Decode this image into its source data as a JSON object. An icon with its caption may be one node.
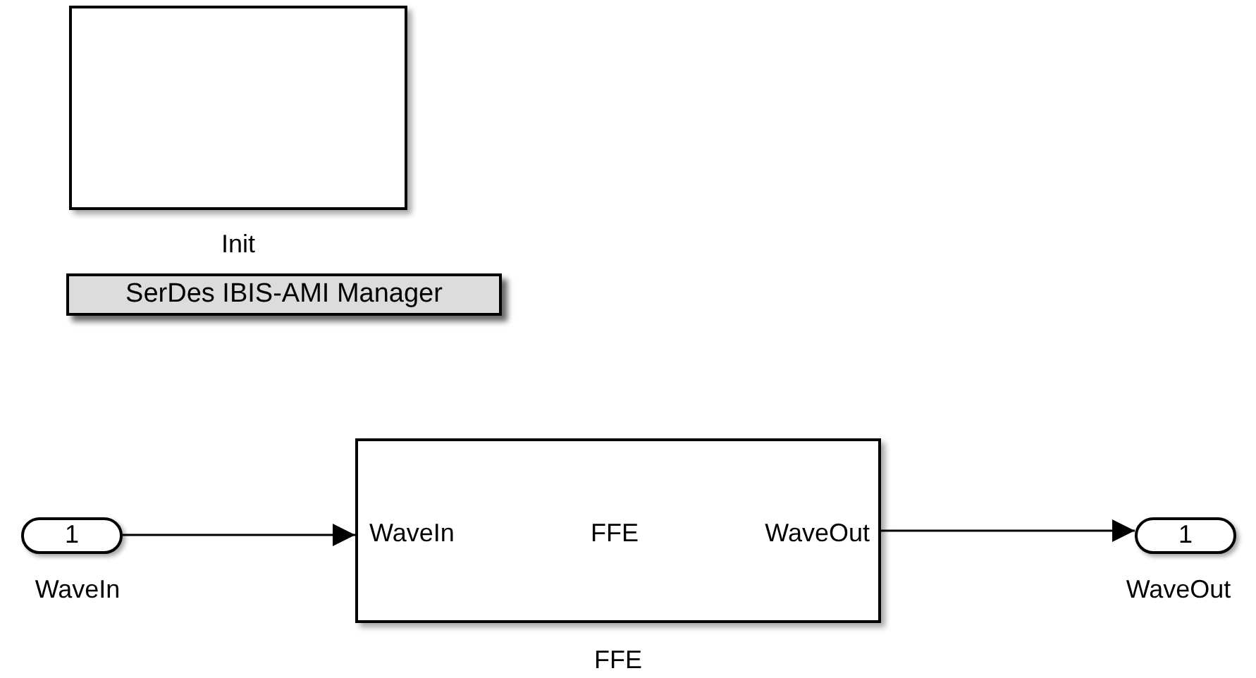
{
  "diagram": {
    "nodes": [
      {
        "text": [],
        "shape": "box",
        "beside": [
          "Init"
        ]
      },
      {
        "text": [
          "SerDes IBIS-AMI Manager"
        ]
      },
      {
        "text": [
          "1"
        ],
        "beside": [
          "WaveIn"
        ]
      },
      {
        "text": [
          "WaveIn",
          "FFE",
          "WaveOut"
        ],
        "beside": [
          "FFE"
        ]
      },
      {
        "text": [
          "1"
        ],
        "beside": [
          "WaveOut"
        ]
      }
    ],
    "edges": [
      {
        "from": 2,
        "to": 3,
        "arrow": "to"
      },
      {
        "from": 3,
        "to": 4,
        "arrow": "to"
      }
    ]
  }
}
